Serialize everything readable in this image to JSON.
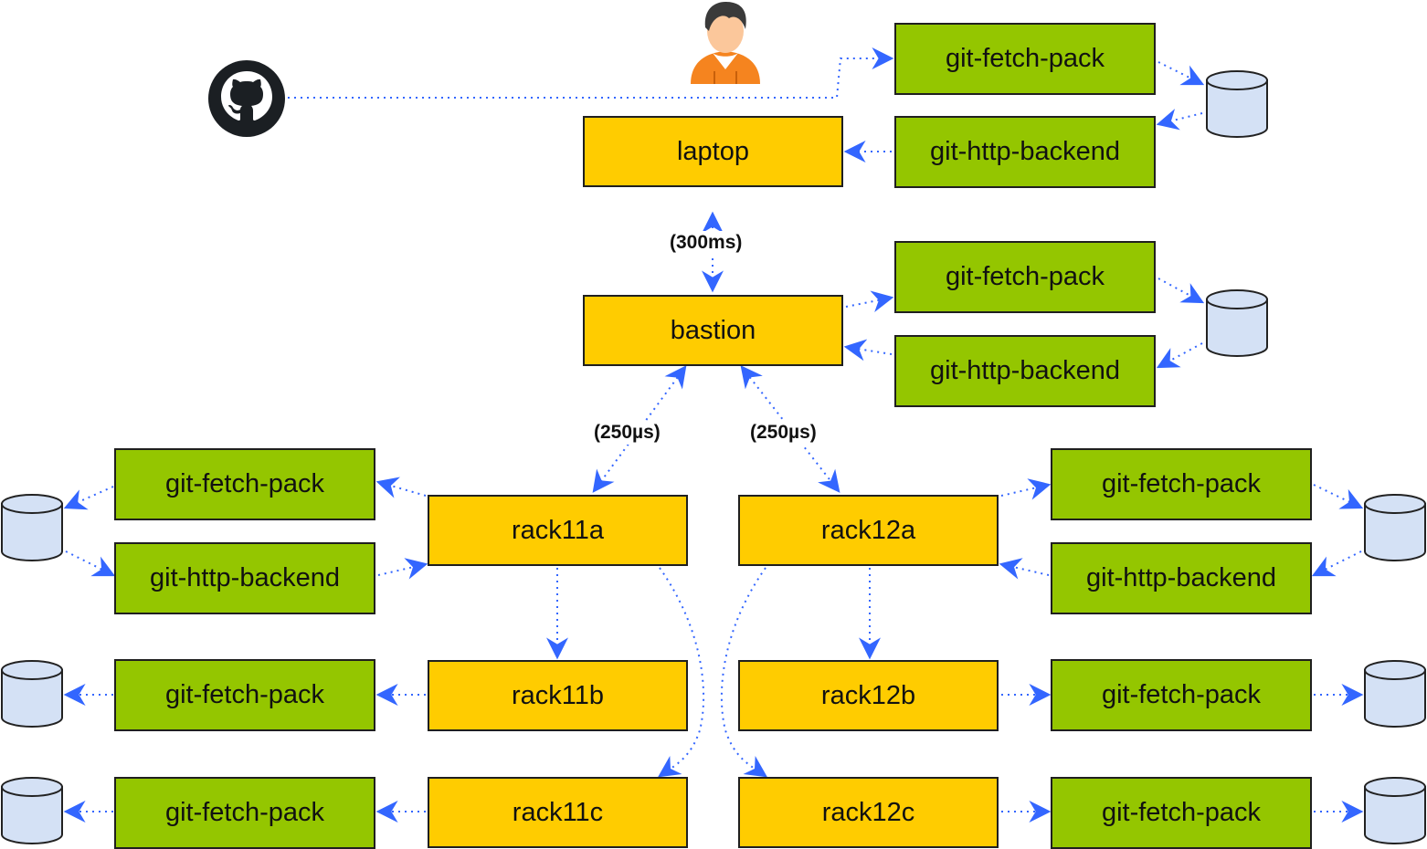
{
  "colors": {
    "host_fill": "#ffcc00",
    "process_fill": "#94c600",
    "connector": "#3366ff",
    "storage_fill": "#d4e1f5"
  },
  "icons": {
    "source": "github-icon",
    "user": "user-icon",
    "storage": "database-icon"
  },
  "hosts": {
    "laptop": "laptop",
    "bastion": "bastion",
    "rack11a": "rack11a",
    "rack11b": "rack11b",
    "rack11c": "rack11c",
    "rack12a": "rack12a",
    "rack12b": "rack12b",
    "rack12c": "rack12c"
  },
  "processes": {
    "fetch": "git-fetch-pack",
    "backend": "git-http-backend"
  },
  "latencies": {
    "laptop_bastion": "(300ms)",
    "bastion_rack11a": "(250µs)",
    "bastion_rack12a": "(250µs)"
  }
}
